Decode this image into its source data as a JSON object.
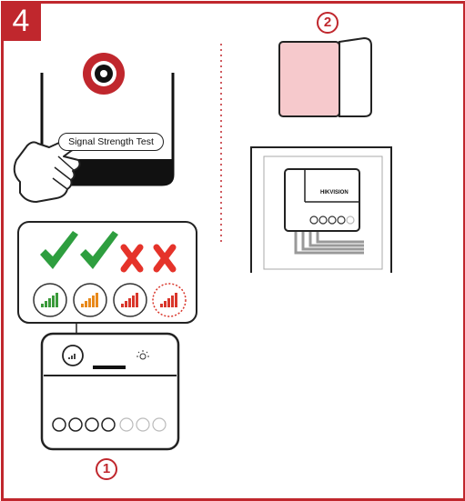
{
  "step_number": "4",
  "signal_button_label": "Signal Strength Test",
  "callout_one": "1",
  "callout_two": "2",
  "module_brand": "HIKVISION",
  "colors": {
    "accent_red": "#c0272d",
    "check_green": "#2e9e3f",
    "cross_red": "#e5332a",
    "module_pink": "#f6c9cc"
  },
  "signal_results": [
    {
      "mark": "check",
      "bars_color": "#3a9a3a"
    },
    {
      "mark": "check",
      "bars_color": "#e8891b"
    },
    {
      "mark": "cross",
      "bars_color": "#d9362b"
    },
    {
      "mark": "cross",
      "bars_color": "#d9362b"
    }
  ]
}
